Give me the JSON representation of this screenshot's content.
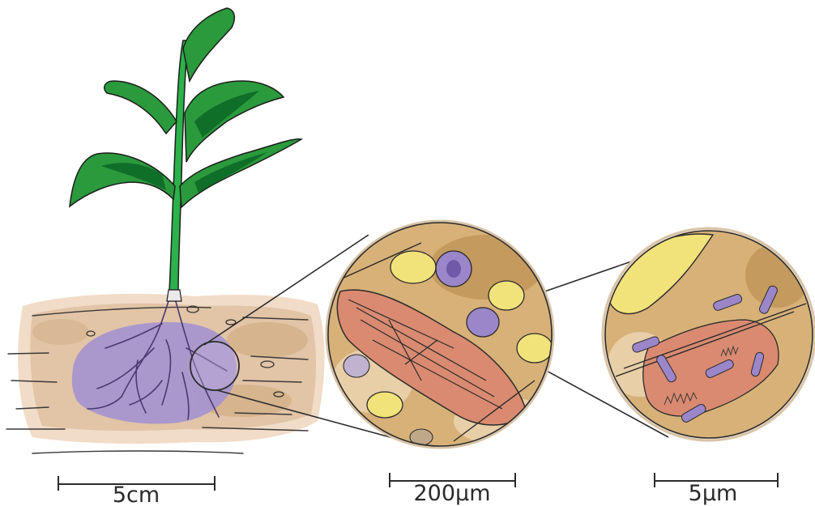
{
  "scale_bars": [
    {
      "label": "5cm"
    },
    {
      "label": "200µm"
    },
    {
      "label": "5µm"
    }
  ],
  "colors": {
    "soil_light": "#f1dcc8",
    "soil": "#e2c4a6",
    "soil_dark": "#c8a47a",
    "root_zone": "#a594cf",
    "leaf": "#2a9a3c",
    "leaf_dark": "#0f6e28",
    "stem": "#2bb24a",
    "mineral_yellow": "#f2e27a",
    "organic_red": "#d98a70",
    "circle_bg": "#d7b178",
    "bacteria": "#9b86c9",
    "outline": "#2b2b2b"
  },
  "icons": {
    "plant": "seedling-icon",
    "soil": "soil-cross-section",
    "zoom1": "magnified-soil-aggregate",
    "zoom2": "magnified-microbes"
  }
}
